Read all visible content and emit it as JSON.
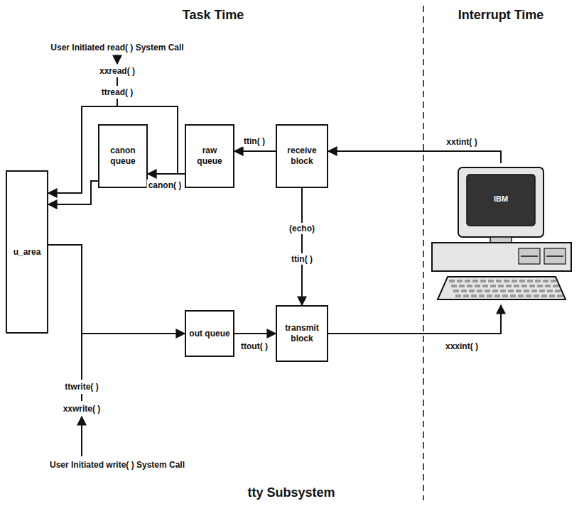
{
  "diagram": {
    "caption": "tty Subsystem",
    "nodes": [
      {
        "text": [
          "canon queue"
        ]
      },
      {
        "text": [
          "raw queue"
        ]
      },
      {
        "text": [
          "receive block"
        ]
      },
      {
        "text": [
          "IBM"
        ]
      },
      {
        "text": [
          "u_area"
        ]
      },
      {
        "text": [
          "out queue"
        ]
      },
      {
        "text": [
          "transmit block"
        ]
      }
    ],
    "edges": [
      {
        "from": 3,
        "to": 2,
        "arrow": "to",
        "label": "xxtint( )"
      },
      {
        "from": 2,
        "to": 1,
        "arrow": "to",
        "label": "ttin( )"
      },
      {
        "from": 1,
        "to": 0,
        "arrow": "to",
        "label": "canon( )"
      },
      {
        "from": 1,
        "to": 4,
        "arrow": "to"
      },
      {
        "from": 0,
        "to": 4,
        "arrow": "to"
      },
      {
        "from": 4,
        "to": 5,
        "arrow": "to"
      },
      {
        "from": 5,
        "to": 6,
        "arrow": "to",
        "label": "ttout( )"
      },
      {
        "from": 2,
        "to": 6,
        "arrow": "to",
        "label": "ttin( )"
      },
      {
        "from": 6,
        "to": 3,
        "arrow": "to",
        "label": "xxxint( )"
      }
    ],
    "labels": [
      "Task Time",
      "Interrupt Time",
      "User Initiated read( ) System Call",
      "xxread( )",
      "ttread( )",
      "(echo)",
      "ttwrite( )",
      "xxwrite( )",
      "User Initiated write( ) System Call"
    ]
  }
}
